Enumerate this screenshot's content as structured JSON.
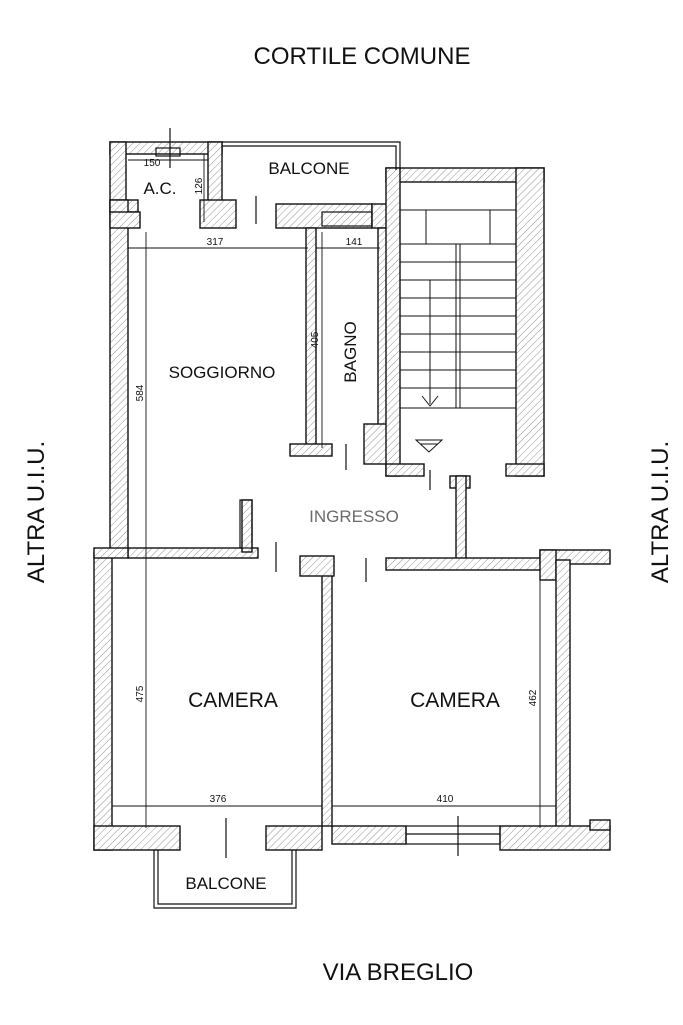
{
  "labels": {
    "top_street": "CORTILE COMUNE",
    "bottom_street": "VIA BREGLIO",
    "left_side": "ALTRA U.I.U.",
    "right_side": "ALTRA U.I.U."
  },
  "rooms": {
    "balcone_top": "BALCONE",
    "ac": "A.C.",
    "soggiorno": "SOGGIORNO",
    "bagno": "BAGNO",
    "ingresso": "INGRESSO",
    "camera_left": "CAMERA",
    "camera_right": "CAMERA",
    "balcone_bottom": "BALCONE"
  },
  "dimensions": {
    "ac_width": "150",
    "ac_depth": "126",
    "soggiorno_width": "317",
    "bagno_width": "141",
    "bagno_depth": "405",
    "soggiorno_depth": "584",
    "camera_left_depth": "475",
    "camera_left_width": "376",
    "camera_right_width": "410",
    "camera_right_depth": "462"
  }
}
